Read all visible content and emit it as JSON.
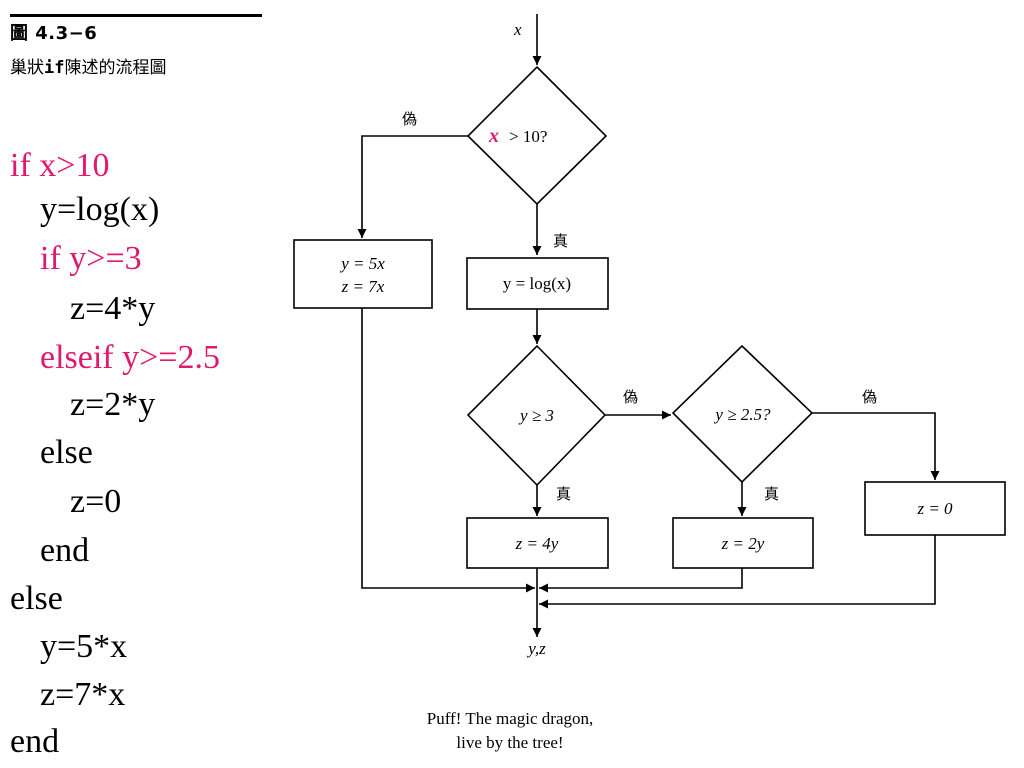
{
  "caption": {
    "figure_number": "圖 4.3−6",
    "subtitle_pre": "巢狀",
    "subtitle_code": "if",
    "subtitle_post": "陳述的流程圖"
  },
  "code_lines": [
    "if x>10",
    "y=log(x)",
    "if y>=3",
    "z=4*y",
    "elseif y>=2.5",
    "z=2*y",
    "else",
    "z=0",
    "end",
    "else",
    "y=5*x",
    "z=7*x",
    "end"
  ],
  "keyword_color": "#e0196e",
  "flowchart": {
    "input_label": "x",
    "cond1_var": "x",
    "cond1_rest": "> 10?",
    "false_label": "偽",
    "true_label": "真",
    "box_false_line1": "y = 5x",
    "box_false_line2": "z = 7x",
    "box_log": "y = log(x)",
    "cond2": "y ≥ 3",
    "cond3": "y ≥ 2.5?",
    "box_z4": "z = 4y",
    "box_z2": "z = 2y",
    "box_z0": "z = 0",
    "output_label": "y,z"
  },
  "footer": {
    "line1": "Puff! The magic dragon,",
    "line2": "live by the tree!"
  }
}
